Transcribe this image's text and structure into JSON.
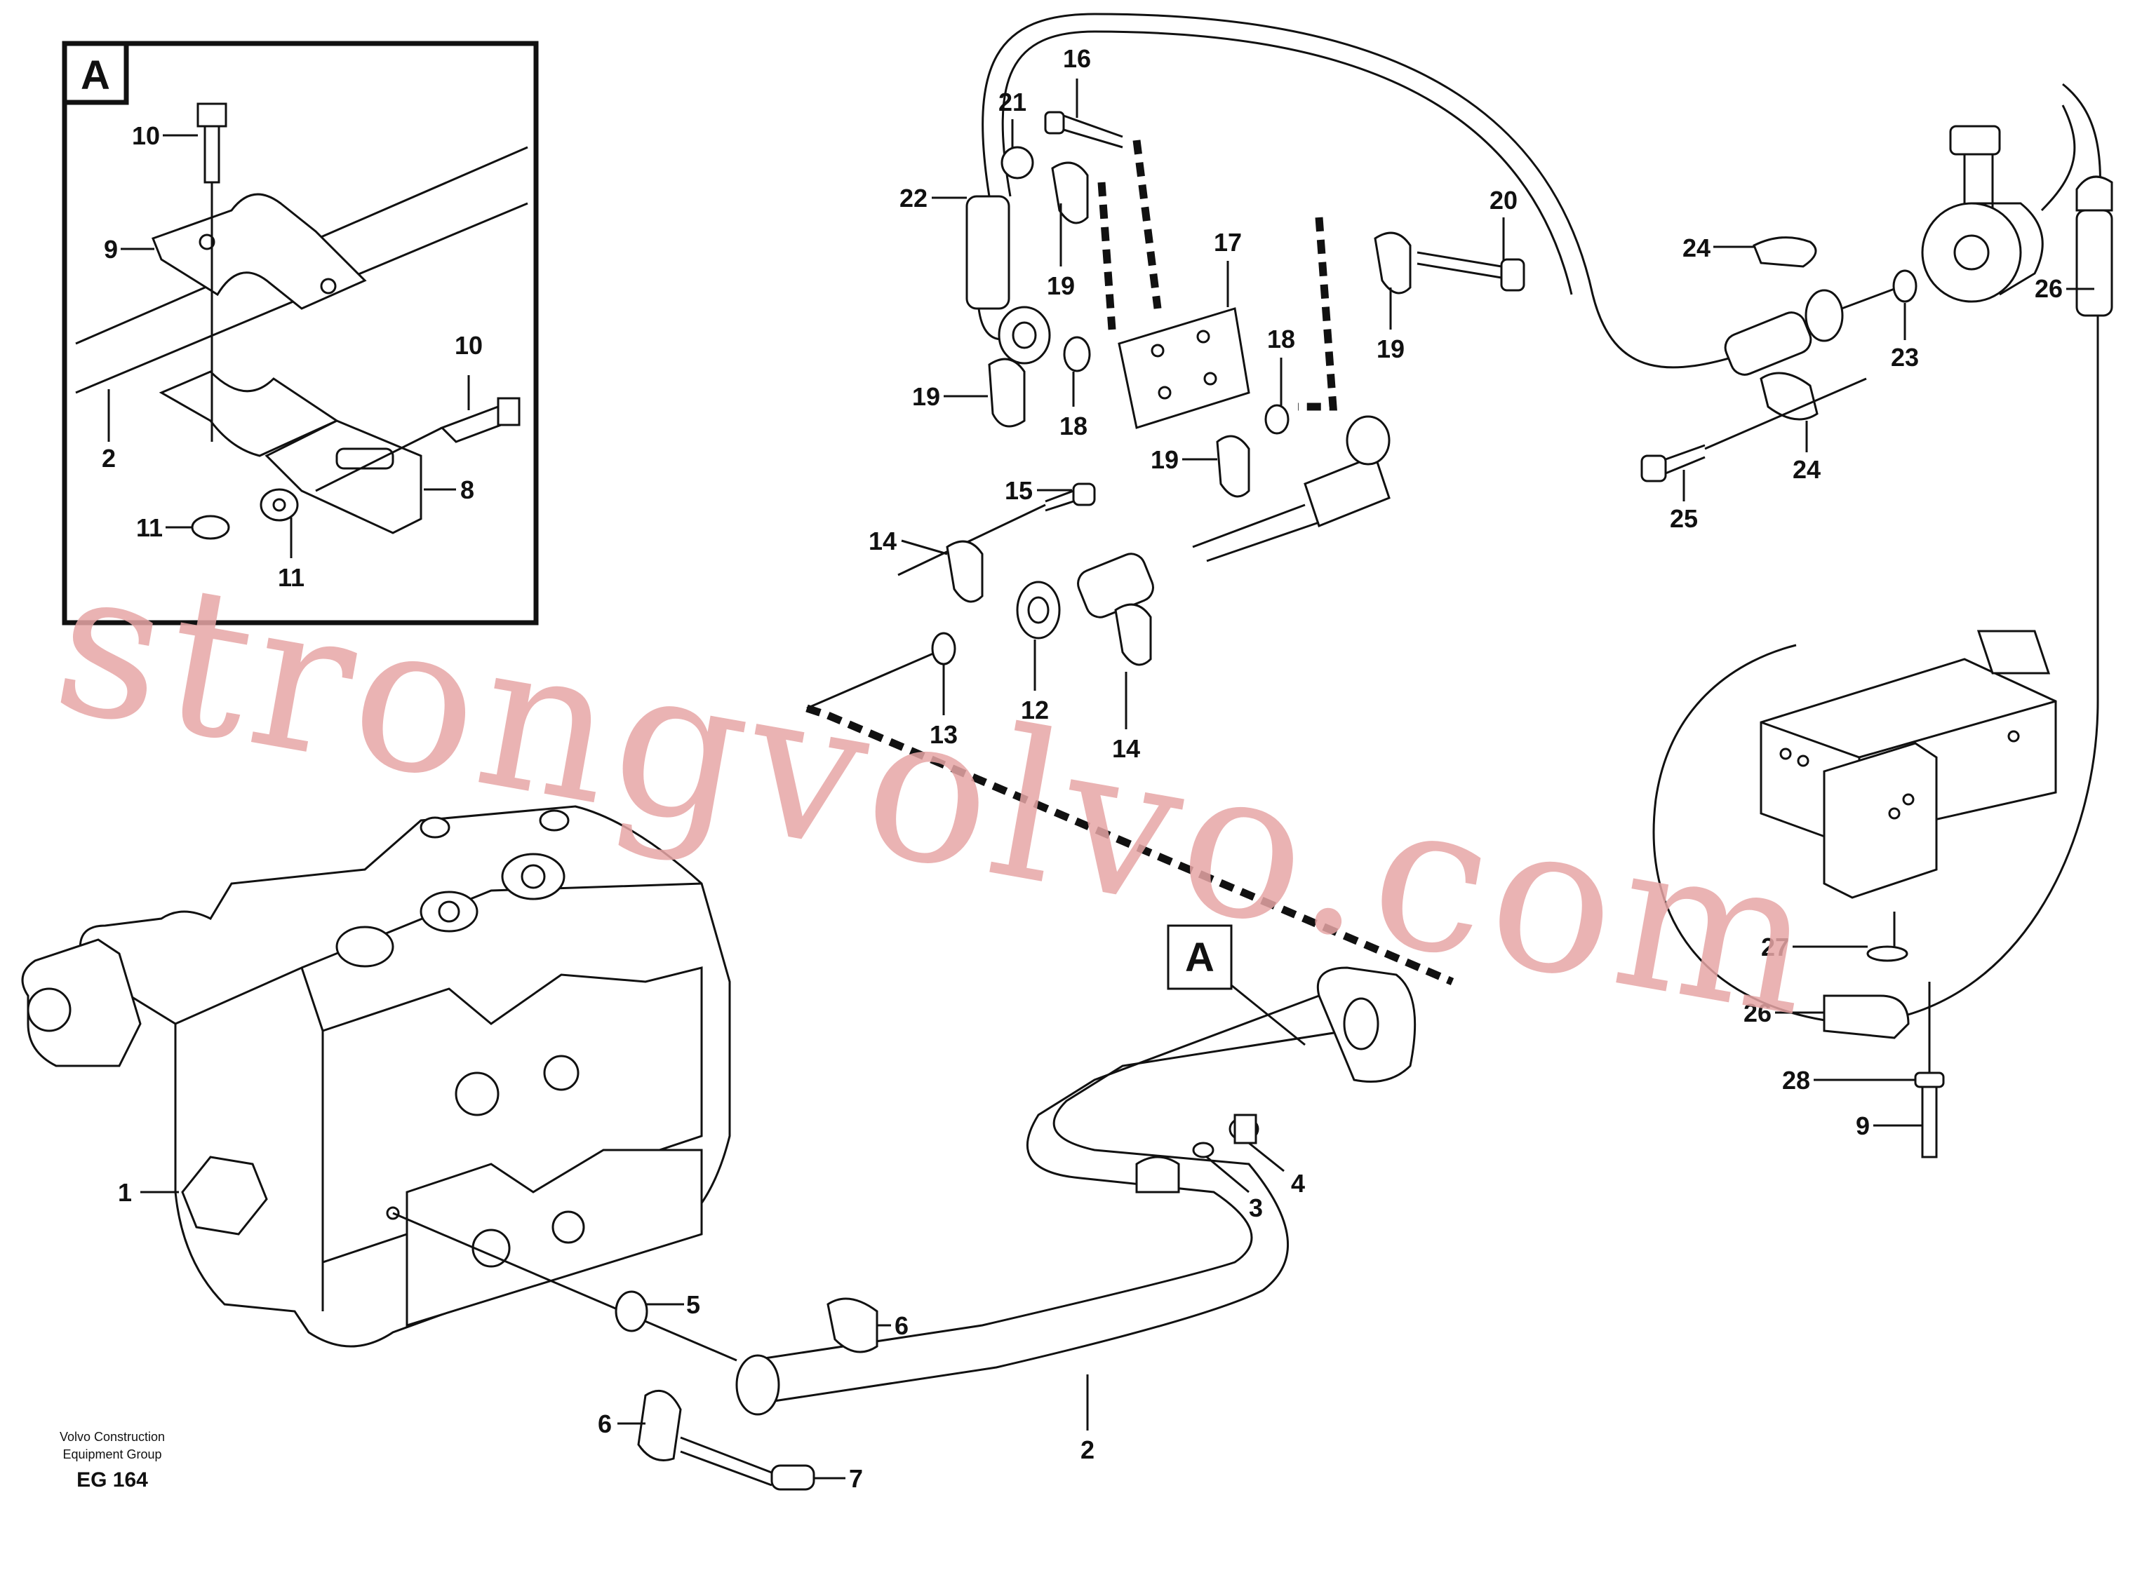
{
  "diagram": {
    "inset_label": "A",
    "callout_label": "A",
    "publisher_line1": "Volvo Construction",
    "publisher_line2": "Equipment Group",
    "figure_code": "EG 164",
    "watermark": "strongvolvo.com",
    "part_labels": [
      {
        "id": "inset-10a",
        "text": "10"
      },
      {
        "id": "inset-9",
        "text": "9"
      },
      {
        "id": "inset-10b",
        "text": "10"
      },
      {
        "id": "inset-2",
        "text": "2"
      },
      {
        "id": "inset-8",
        "text": "8"
      },
      {
        "id": "inset-11a",
        "text": "11"
      },
      {
        "id": "inset-11b",
        "text": "11"
      },
      {
        "id": "p16",
        "text": "16"
      },
      {
        "id": "p21",
        "text": "21"
      },
      {
        "id": "p22",
        "text": "22"
      },
      {
        "id": "p19a",
        "text": "19"
      },
      {
        "id": "p17",
        "text": "17"
      },
      {
        "id": "p20",
        "text": "20"
      },
      {
        "id": "p18a",
        "text": "18"
      },
      {
        "id": "p19b",
        "text": "19"
      },
      {
        "id": "p19c",
        "text": "19"
      },
      {
        "id": "p18b",
        "text": "18"
      },
      {
        "id": "p19d",
        "text": "19"
      },
      {
        "id": "p15",
        "text": "15"
      },
      {
        "id": "p14a",
        "text": "14"
      },
      {
        "id": "p13",
        "text": "13"
      },
      {
        "id": "p12",
        "text": "12"
      },
      {
        "id": "p14b",
        "text": "14"
      },
      {
        "id": "p24a",
        "text": "24"
      },
      {
        "id": "p26a",
        "text": "26"
      },
      {
        "id": "p23",
        "text": "23"
      },
      {
        "id": "p24b",
        "text": "24"
      },
      {
        "id": "p25",
        "text": "25"
      },
      {
        "id": "p27",
        "text": "27"
      },
      {
        "id": "p26b",
        "text": "26"
      },
      {
        "id": "p28",
        "text": "28"
      },
      {
        "id": "p9",
        "text": "9"
      },
      {
        "id": "p4",
        "text": "4"
      },
      {
        "id": "p3",
        "text": "3"
      },
      {
        "id": "p1",
        "text": "1"
      },
      {
        "id": "p5",
        "text": "5"
      },
      {
        "id": "p6a",
        "text": "6"
      },
      {
        "id": "p6b",
        "text": "6"
      },
      {
        "id": "p7",
        "text": "7"
      },
      {
        "id": "p2",
        "text": "2"
      }
    ]
  }
}
